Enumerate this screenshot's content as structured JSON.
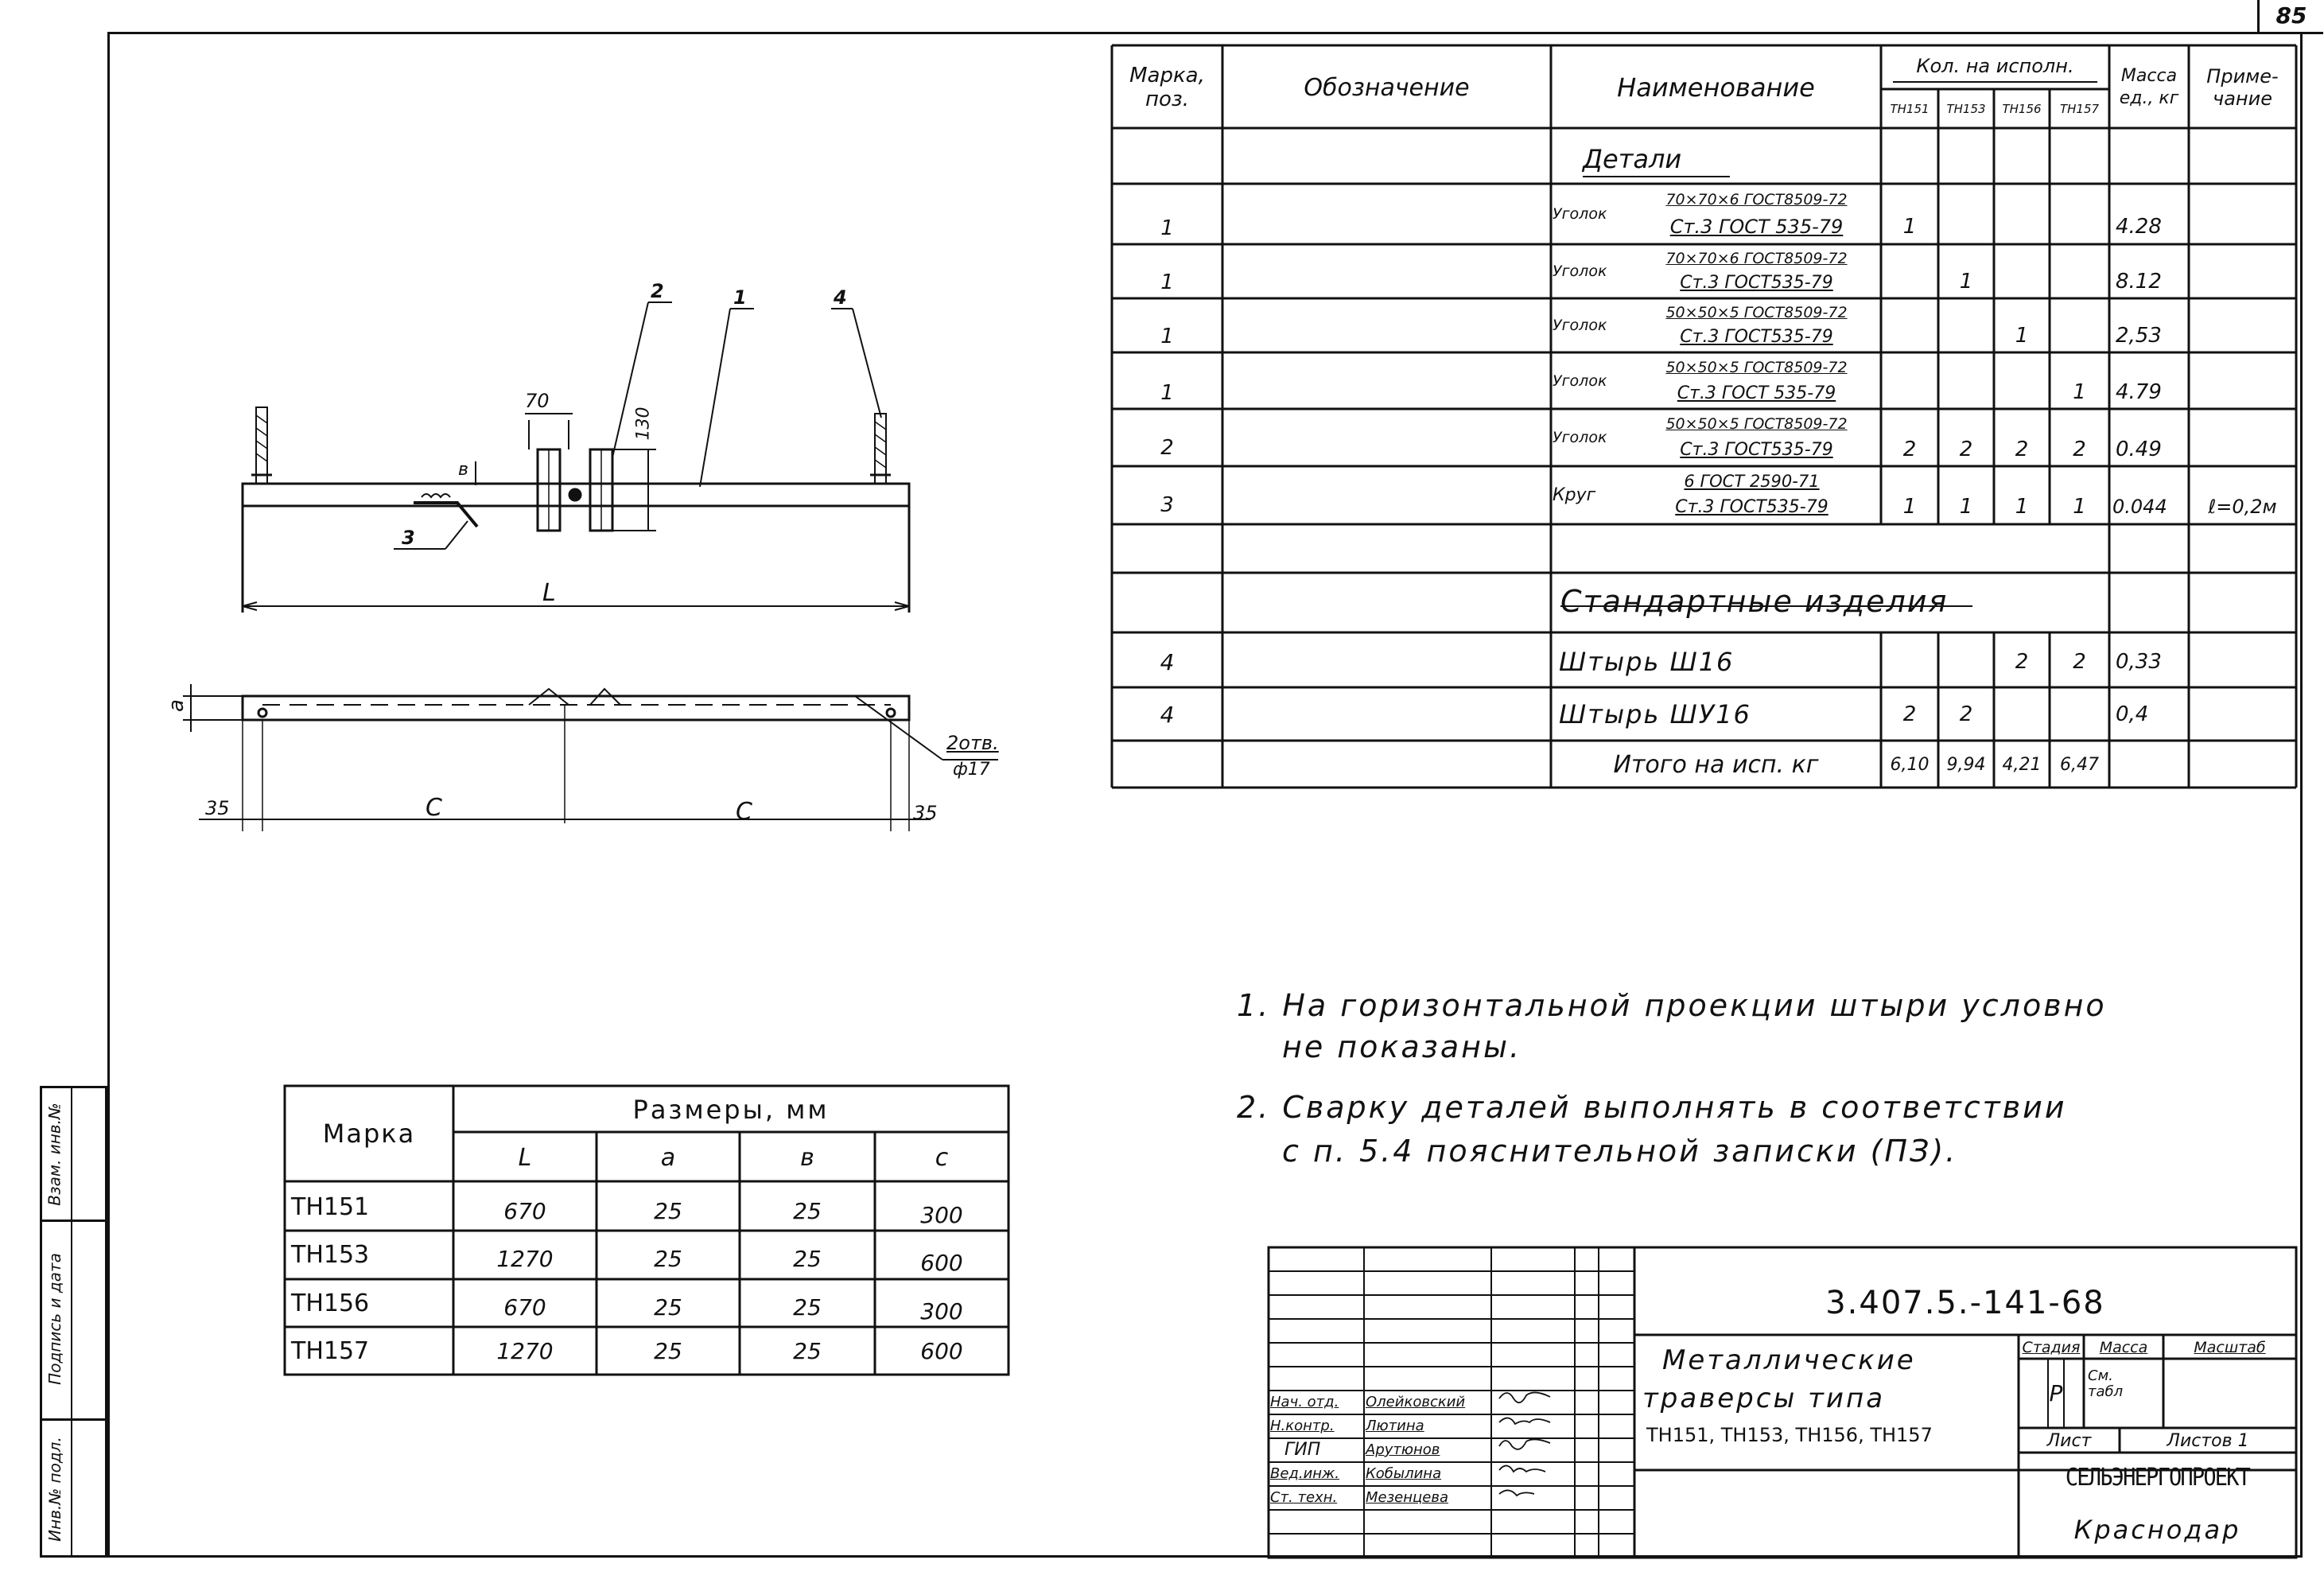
{
  "page_number": "85",
  "sidebar": [
    "Инв.№ подл.",
    "Подпись и дата",
    "Взам. инв.№"
  ],
  "spec": {
    "headers": {
      "mark": [
        "Марка,",
        "поз."
      ],
      "designation": "Обозначение",
      "name": "Наименование",
      "qty": "Кол. на исполн.",
      "variants": [
        "ТН151",
        "ТН153",
        "ТН156",
        "ТН157"
      ],
      "mass": [
        "Масса",
        "ед., кг"
      ],
      "note": [
        "Приме-",
        "чание"
      ]
    },
    "section_details": "Детали",
    "section_standard": "Стандартные изделия",
    "rows": [
      {
        "pos": "1",
        "kind": "Уголок",
        "l1": "70×70×6 ГОСТ8509-72",
        "l2": "Ст.3 ГОСТ 535-79",
        "q": [
          "1",
          "",
          "",
          ""
        ],
        "mass": "4.28",
        "note": ""
      },
      {
        "pos": "1",
        "kind": "Уголок",
        "l1": "70×70×6 ГОСТ8509-72",
        "l2": "Ст.3 ГОСТ535-79",
        "q": [
          "",
          "1",
          "",
          ""
        ],
        "mass": "8.12",
        "note": ""
      },
      {
        "pos": "1",
        "kind": "Уголок",
        "l1": "50×50×5 ГОСТ8509-72",
        "l2": "Ст.3 ГОСТ535-79",
        "q": [
          "",
          "",
          "1",
          ""
        ],
        "mass": "2,53",
        "note": ""
      },
      {
        "pos": "1",
        "kind": "Уголок",
        "l1": "50×50×5 ГОСТ8509-72",
        "l2": "Ст.3 ГОСТ 535-79",
        "q": [
          "",
          "",
          "",
          "1"
        ],
        "mass": "4.79",
        "note": ""
      },
      {
        "pos": "2",
        "kind": "Уголок",
        "l1": "50×50×5 ГОСТ8509-72",
        "l2": "Ст.3 ГОСТ535-79",
        "q": [
          "2",
          "2",
          "2",
          "2"
        ],
        "mass": "0.49",
        "note": ""
      },
      {
        "pos": "3",
        "kind": "Круг",
        "l1": "6 ГОСТ 2590-71",
        "l2": "Ст.3 ГОСТ535-79",
        "q": [
          "1",
          "1",
          "1",
          "1"
        ],
        "mass": "0.044",
        "note": "ℓ=0,2м"
      }
    ],
    "std_rows": [
      {
        "pos": "4",
        "name": "Штырь Ш16",
        "q": [
          "",
          "",
          "2",
          "2"
        ],
        "mass": "0,33"
      },
      {
        "pos": "4",
        "name": "Штырь ШУ16",
        "q": [
          "2",
          "2",
          "",
          ""
        ],
        "mass": "0,4"
      }
    ],
    "total_label": "Итого на исп. кг",
    "totals": [
      "6,10",
      "9,94",
      "4,21",
      "6,47"
    ]
  },
  "notes": {
    "n1_line1": "1. На горизонтальной проекции штыри условно",
    "n1_line2": "не показаны.",
    "n2_line1": "2. Сварку деталей выполнять в соответствии",
    "n2_line2": "с п. 5.4 пояснительной записки (ПЗ)."
  },
  "dims_table": {
    "mark": "Марка",
    "dims": "Размеры, мм",
    "cols": [
      "L",
      "a",
      "в",
      "с"
    ],
    "rows": [
      [
        "ТН151",
        "670",
        "25",
        "25",
        "300"
      ],
      [
        "ТН153",
        "1270",
        "25",
        "25",
        "600"
      ],
      [
        "ТН156",
        "670",
        "25",
        "25",
        "300"
      ],
      [
        "ТН157",
        "1270",
        "25",
        "25",
        "600"
      ]
    ]
  },
  "drawing": {
    "leader_labels": [
      "2",
      "1",
      "4",
      "3"
    ],
    "dim_70": "70",
    "dim_130": "130",
    "dim_b": "в",
    "dim_L": "L",
    "dim_a": "a",
    "dim_35": "35",
    "dim_c": "C",
    "holes": "2отв.",
    "hole_d": "ф17"
  },
  "title_block": {
    "code": "3.407.5.-141-68",
    "title_l1": "Металлические",
    "title_l2": "траверсы типа",
    "title_l3": "ТН151, ТН153, ТН156, ТН157",
    "stage_h": "Стадия",
    "mass_h": "Масса",
    "scale_h": "Масштаб",
    "stage": "Р",
    "mass": "См. табл",
    "sheet": "Лист",
    "sheets": "Листов 1",
    "org": "СЕЛЬЭНЕРГОПРОЕКТ",
    "city": "Краснодар",
    "staff": [
      {
        "role": "Нач. отд.",
        "name": "Олейковский"
      },
      {
        "role": "Н.контр.",
        "name": "Лютина"
      },
      {
        "role": "ГИП",
        "name": "Арутюнов"
      },
      {
        "role": "Вед.инж.",
        "name": "Кобылина"
      },
      {
        "role": "Ст. техн.",
        "name": "Мезенцева"
      }
    ]
  }
}
